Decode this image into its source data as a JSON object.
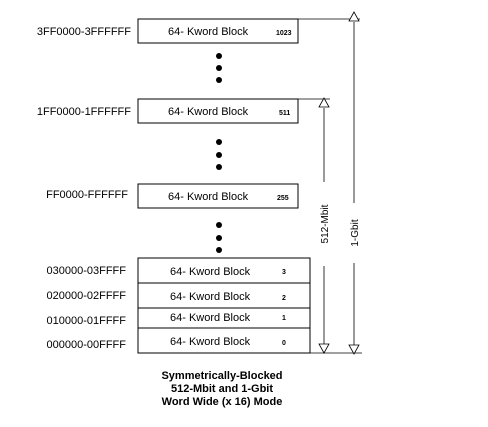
{
  "blocks": [
    {
      "address": "3FF0000-3FFFFFF",
      "label": "64- Kword Block",
      "number": "1023"
    },
    {
      "address": "1FF0000-1FFFFFF",
      "label": "64- Kword Block",
      "number": "511"
    },
    {
      "address": "FF0000-FFFFFF",
      "label": "64- Kword Block",
      "number": "255"
    },
    {
      "address": "030000-03FFFF",
      "label": "64- Kword Block",
      "number": "3"
    },
    {
      "address": "020000-02FFFF",
      "label": "64- Kword Block",
      "number": "2"
    },
    {
      "address": "010000-01FFFF",
      "label": "64- Kword Block",
      "number": "1"
    },
    {
      "address": "000000-00FFFF",
      "label": "64- Kword Block",
      "number": "0"
    }
  ],
  "dimensions": {
    "inner": "512-Mbit",
    "outer": "1-Gbit"
  },
  "caption": {
    "line1": "Symmetrically-Blocked",
    "line2": "512-Mbit and 1-Gbit",
    "line3": "Word Wide (x 16)  Mode"
  }
}
